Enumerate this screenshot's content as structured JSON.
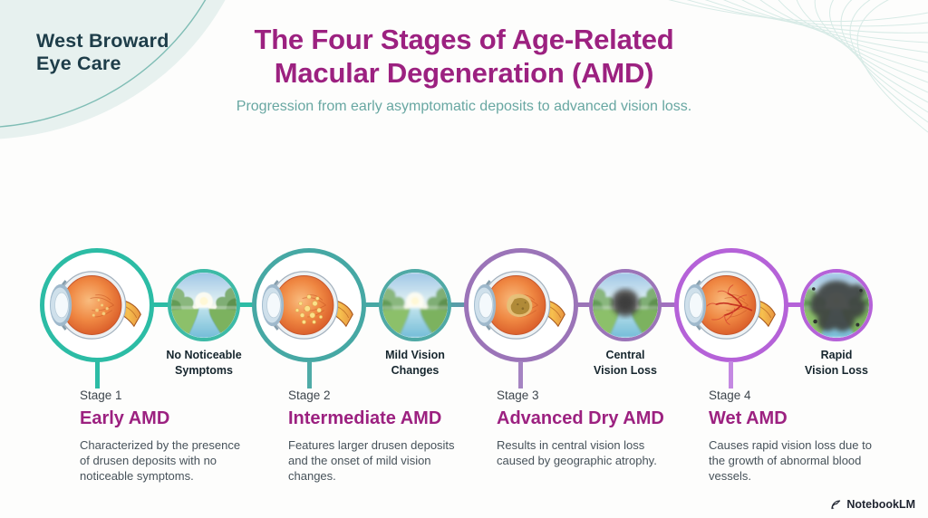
{
  "brand": {
    "line1": "West Broward",
    "line2": "Eye Care"
  },
  "header": {
    "title_line1": "The Four Stages of Age-Related",
    "title_line2": "Macular Degeneration (AMD)",
    "subtitle": "Progression from early asymptomatic deposits to advanced vision loss."
  },
  "stages": [
    {
      "stage_label": "Stage 1",
      "name": "Early AMD",
      "description": "Characterized by the presence of drusen deposits with no noticeable symptoms.",
      "vision_label_line1": "No Noticeable",
      "vision_label_line2": "Symptoms",
      "accent_color": "#2CBCA5",
      "eye_icon": "eye-cross-section-early-drusen-icon",
      "vision_icon": "clear-landscape-vision-icon"
    },
    {
      "stage_label": "Stage 2",
      "name": "Intermediate AMD",
      "description": "Features larger drusen deposits and the onset of mild vision changes.",
      "vision_label_line1": "Mild Vision",
      "vision_label_line2": "Changes",
      "accent_color": "#46A8A4",
      "eye_icon": "eye-cross-section-large-drusen-icon",
      "vision_icon": "blurred-landscape-vision-icon"
    },
    {
      "stage_label": "Stage 3",
      "name": "Advanced Dry AMD",
      "description": "Results in central vision loss caused by geographic atrophy.",
      "vision_label_line1": "Central",
      "vision_label_line2": "Vision Loss",
      "accent_color": "#9B74B8",
      "eye_icon": "eye-cross-section-geographic-atrophy-icon",
      "vision_icon": "central-scotoma-vision-icon"
    },
    {
      "stage_label": "Stage 4",
      "name": "Wet AMD",
      "description": "Causes rapid vision loss due to the growth of abnormal blood vessels.",
      "vision_label_line1": "Rapid",
      "vision_label_line2": "Vision Loss",
      "accent_color": "#B562D8",
      "eye_icon": "eye-cross-section-abnormal-vessels-icon",
      "vision_icon": "severe-vision-loss-icon"
    }
  ],
  "footer": {
    "watermark": "NotebookLM",
    "watermark_icon": "notebooklm-logo-icon"
  },
  "colors": {
    "title": "#9C2180",
    "subtitle": "#68A7A2",
    "brand_text": "#1E3D49",
    "background": "#FDFDFC",
    "timeline_teal": "#2CBCA5",
    "timeline_teal_dark": "#46A8A4",
    "timeline_purple": "#9B74B8",
    "timeline_violet": "#B562D8"
  }
}
